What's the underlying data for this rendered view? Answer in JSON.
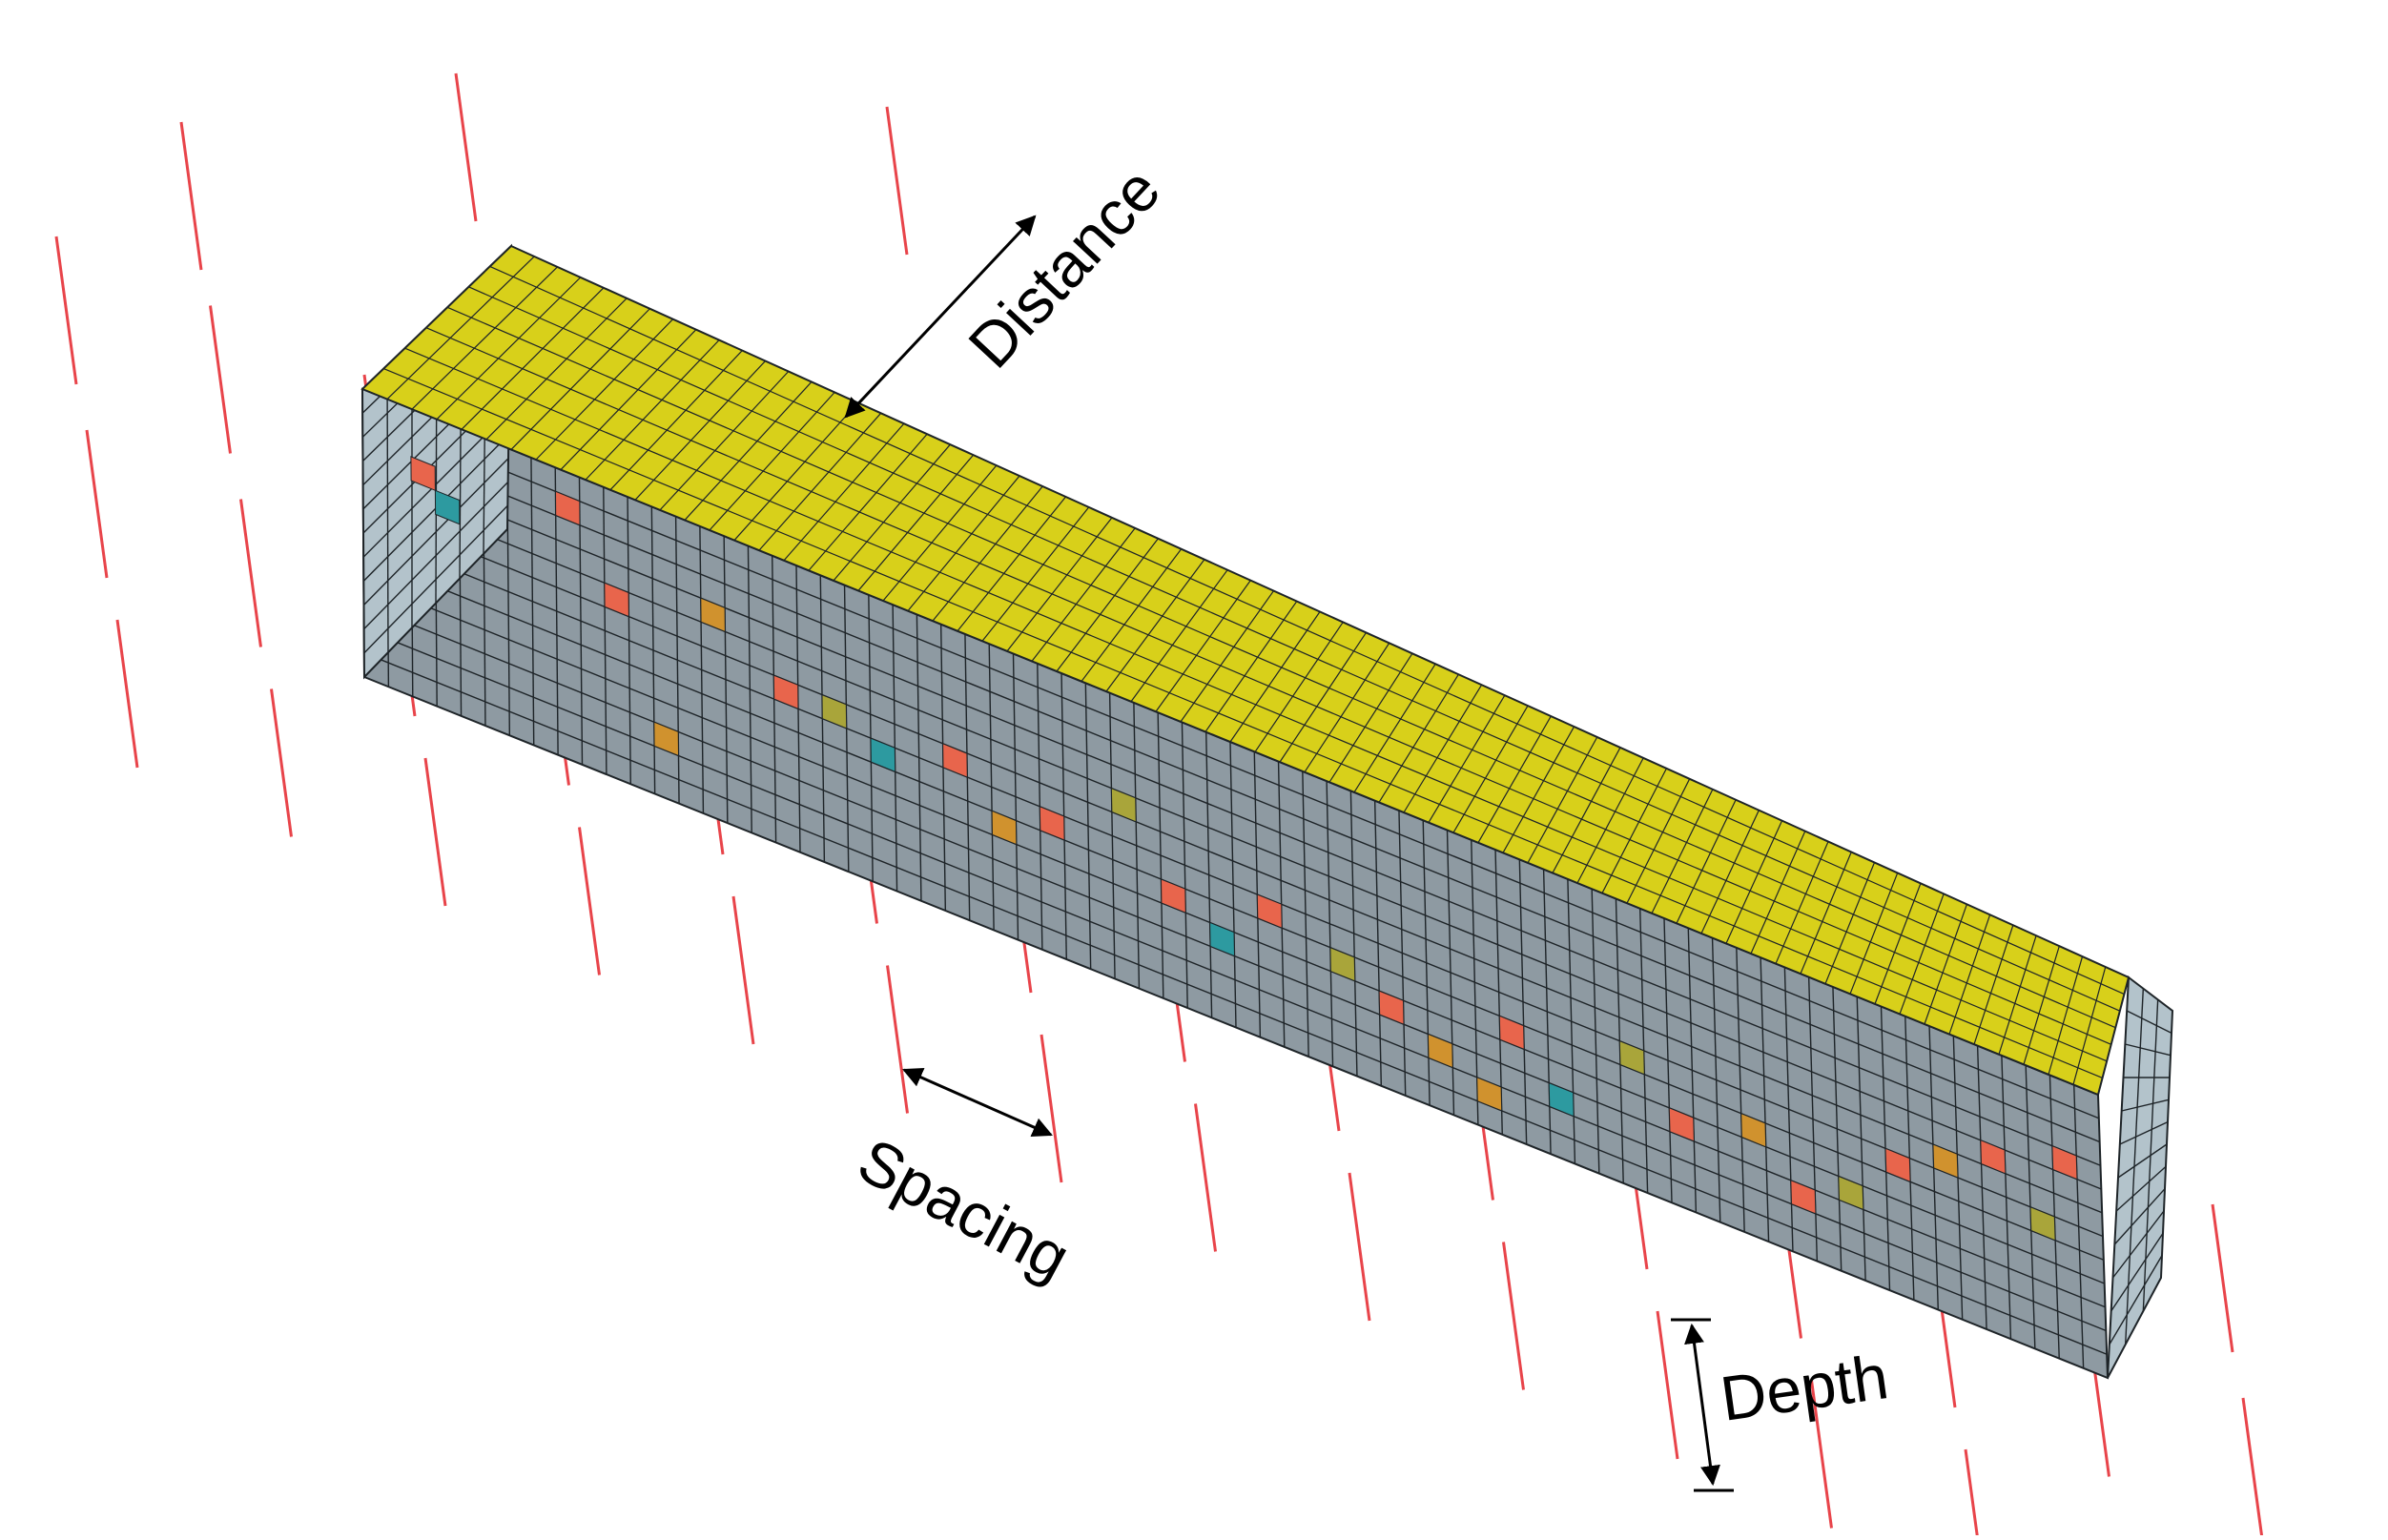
{
  "labels": {
    "distance": "Distance",
    "spacing": "Spacing",
    "depth": "Depth"
  },
  "colors": {
    "background": "#ffffff",
    "beam_top": "#d8d01a",
    "beam_side": "#8e9aa2",
    "beam_end": "#b3c3cb",
    "mesh_line": "#1e2428",
    "pile_line": "#e8444a",
    "highlight_red": "#e8654c",
    "highlight_orange": "#d0922e",
    "highlight_teal": "#2d9aa0",
    "highlight_olive": "#a9a53a",
    "arrow": "#000000"
  },
  "icons": {
    "pile": "red-line-segment",
    "dimension": "double-headed-arrow",
    "depth_marker": "bar-ended-arrow"
  }
}
